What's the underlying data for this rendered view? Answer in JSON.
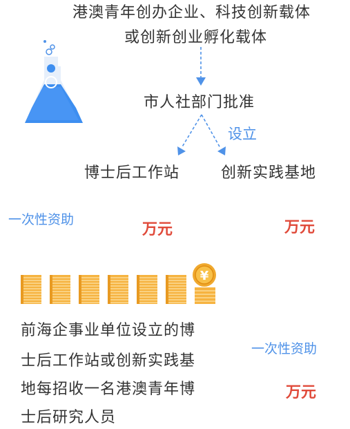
{
  "header": {
    "line1": "港澳青年创办企业、科技创新载体",
    "line2": "或创新创业孵化载体"
  },
  "approval": "市人社部门批准",
  "establish_label": "设立",
  "branches": {
    "left": "博士后工作站",
    "right": "创新实践基地"
  },
  "subsidy_row": {
    "label": "一次性资助",
    "left_amount": "万元",
    "right_amount": "万元"
  },
  "icons": {
    "flask": "flask-icon",
    "coin": "yuan-coin-icon"
  },
  "coin_stacks": 7,
  "paragraph": [
    "前海企事业单位设立的博",
    "士后工作站或创新实践基",
    "地每招收一名港澳青年博",
    "士后研究人员"
  ],
  "bottom_subsidy": {
    "label": "一次性资助",
    "amount": "万元"
  },
  "colors": {
    "blue": "#4f92e8",
    "red": "#e04a3a",
    "gold": "#f0a92e"
  }
}
